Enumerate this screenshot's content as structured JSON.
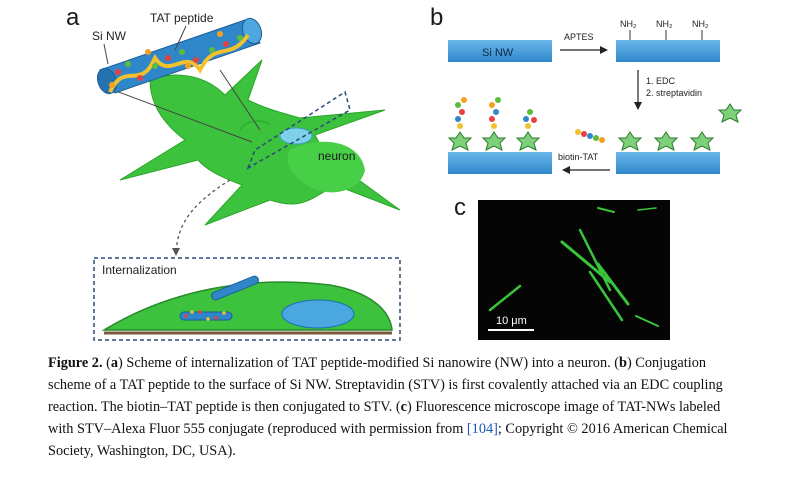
{
  "panels": {
    "a": {
      "letter": "a",
      "si_nw_label": "Si NW",
      "tat_label": "TAT peptide",
      "neuron_label": "neuron",
      "internalization_label": "Internalization"
    },
    "b": {
      "letter": "b",
      "si_nw_label": "Si NW",
      "aptes_label": "APTES",
      "nh2_labels": [
        "NH₂",
        "NH₂",
        "NH₂"
      ],
      "step1": "1. EDC",
      "step2": "2. streptavidin",
      "biotin_label": "biotin-TAT"
    },
    "c": {
      "letter": "c",
      "scale_bar": "10 μm"
    }
  },
  "caption": {
    "label": "Figure 2.",
    "p1": " (",
    "a": "a",
    "p2": ") Scheme of internalization of TAT peptide-modified Si nanowire (NW) into a neuron. (",
    "b": "b",
    "p3": ") Conjugation scheme of a TAT peptide to the surface of Si NW. Streptavidin (STV) is first covalently attached via an EDC coupling reaction. The biotin–TAT peptide is then conjugated to STV. (",
    "c": "c",
    "p4": ") Fluorescence microscope image of TAT-NWs labeled with STV–Alexa Fluor 555 conjugate (reproduced with permission from ",
    "ref": "[104]",
    "p5": "; Copyright © 2016 American Chemical Society, Washington, DC, USA)."
  },
  "colors": {
    "neuron_green": "#3cc23c",
    "nanowire_blue": "#2f86c9",
    "fluor_green": "#39c43a"
  }
}
